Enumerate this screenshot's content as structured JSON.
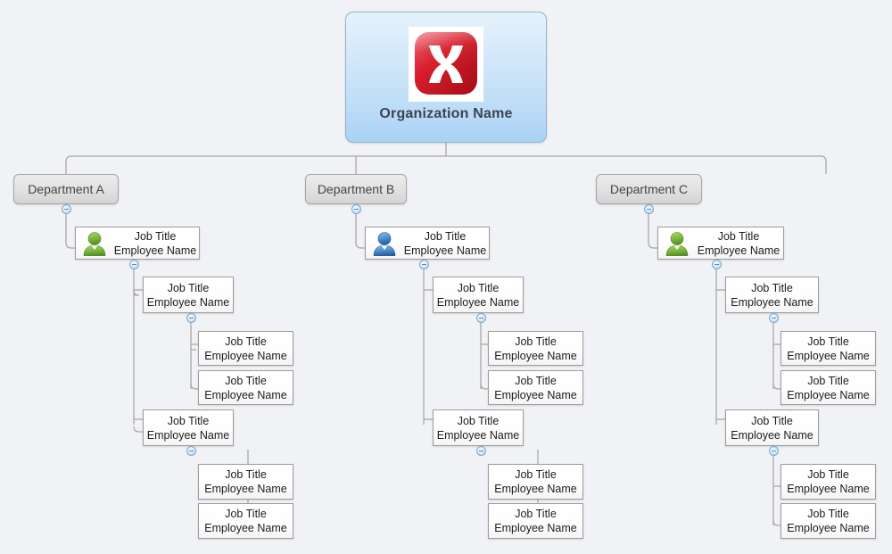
{
  "background_color": "#f1f2f6",
  "root": {
    "title": "Organization Name",
    "logo_icon": "xmind-logo-icon",
    "logo_color": "#d0021b",
    "fill_top": "#e6f2fb",
    "fill_bottom": "#a9d2f4",
    "border_color": "#8fb4cf"
  },
  "node_labels": {
    "job_title": "Job Title",
    "employee_name": "Employee Name"
  },
  "toggle": {
    "icon": "minus-circle-icon",
    "state": "expanded",
    "color": "#aecde6"
  },
  "departments": [
    {
      "label": "Department A",
      "lead": {
        "job_title": "Job Title",
        "employee_name": "Employee Name",
        "avatar_icon": "person-icon",
        "avatar_color": "#7ab648"
      },
      "managers": [
        {
          "job_title": "Job Title",
          "employee_name": "Employee Name",
          "reports": [
            {
              "job_title": "Job Title",
              "employee_name": "Employee Name"
            },
            {
              "job_title": "Job Title",
              "employee_name": "Employee Name"
            }
          ]
        },
        {
          "job_title": "Job Title",
          "employee_name": "Employee Name",
          "reports": [
            {
              "job_title": "Job Title",
              "employee_name": "Employee Name"
            },
            {
              "job_title": "Job Title",
              "employee_name": "Employee Name"
            }
          ]
        }
      ]
    },
    {
      "label": "Department B",
      "lead": {
        "job_title": "Job Title",
        "employee_name": "Employee Name",
        "avatar_icon": "person-icon",
        "avatar_color": "#3b7cc4"
      },
      "managers": [
        {
          "job_title": "Job Title",
          "employee_name": "Employee Name",
          "reports": [
            {
              "job_title": "Job Title",
              "employee_name": "Employee Name"
            },
            {
              "job_title": "Job Title",
              "employee_name": "Employee Name"
            }
          ]
        },
        {
          "job_title": "Job Title",
          "employee_name": "Employee Name",
          "reports": [
            {
              "job_title": "Job Title",
              "employee_name": "Employee Name"
            },
            {
              "job_title": "Job Title",
              "employee_name": "Employee Name"
            }
          ]
        }
      ]
    },
    {
      "label": "Department C",
      "lead": {
        "job_title": "Job Title",
        "employee_name": "Employee Name",
        "avatar_icon": "person-icon",
        "avatar_color": "#7ab648"
      },
      "managers": [
        {
          "job_title": "Job Title",
          "employee_name": "Employee Name",
          "reports": [
            {
              "job_title": "Job Title",
              "employee_name": "Employee Name"
            },
            {
              "job_title": "Job Title",
              "employee_name": "Employee Name"
            }
          ]
        },
        {
          "job_title": "Job Title",
          "employee_name": "Employee Name",
          "reports": [
            {
              "job_title": "Job Title",
              "employee_name": "Employee Name"
            },
            {
              "job_title": "Job Title",
              "employee_name": "Employee Name"
            }
          ]
        }
      ]
    }
  ]
}
